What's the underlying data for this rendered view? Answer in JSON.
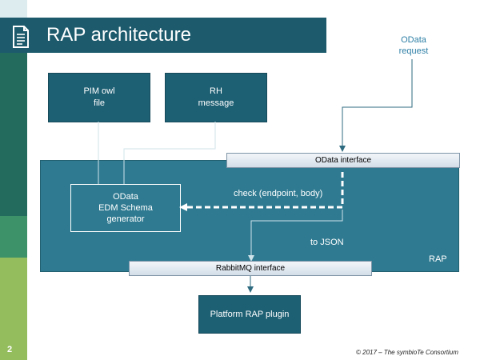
{
  "slide": {
    "title": "RAP architecture",
    "page_number": "2",
    "copyright": "© 2017 – The symbioTe Consortium"
  },
  "diagram": {
    "pim_owl": "PIM owl\nfile",
    "rh_message": "RH\nmessage",
    "odata_request": "OData\nrequest",
    "odata_interface": "OData interface",
    "generator": "OData\nEDM Schema\ngenerator",
    "check_label": "check (endpoint, body)",
    "to_json": "to JSON",
    "rap_label": "RAP",
    "rabbitmq_interface": "RabbitMQ interface",
    "platform_plugin": "Platform RAP plugin"
  },
  "colors": {
    "title_bar": "#1c5a6c",
    "rap_container": "#2f7a91",
    "dark_box": "#1d5f73",
    "request_text": "#2e7fa6"
  },
  "icons": {
    "title": "document-icon"
  }
}
